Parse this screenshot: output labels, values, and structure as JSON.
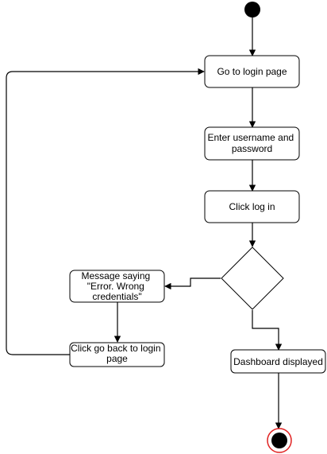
{
  "nodes": {
    "goto_login": {
      "lines": [
        "Go to login page"
      ]
    },
    "enter_credentials": {
      "lines": [
        "Enter username and",
        "password"
      ]
    },
    "click_login": {
      "lines": [
        "Click log in"
      ]
    },
    "error_message": {
      "lines": [
        "Message saying",
        "\"Error. Wrong",
        "credentials\""
      ]
    },
    "go_back": {
      "lines": [
        "Click go back to login",
        "page"
      ]
    },
    "dashboard": {
      "lines": [
        "Dashboard displayed"
      ]
    }
  },
  "colors": {
    "stroke": "#000000",
    "fill": "#ffffff",
    "final_ring": "#e02020"
  }
}
